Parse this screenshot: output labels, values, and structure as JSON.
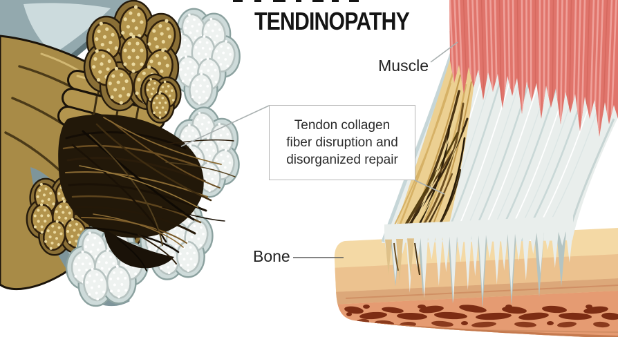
{
  "title": "TENDINOPATHY",
  "labels": {
    "muscle": "Muscle",
    "bone": "Bone"
  },
  "callout": {
    "text": "Tendon collagen\nfiber disruption and\ndisorganized repair"
  },
  "colors": {
    "muscle_red": "#e0746b",
    "muscle_stripe": "#efa19a",
    "muscle_stripe_dark": "#d4685e",
    "tendon_light": "#e9eeec",
    "tendon_stripe": "#c9d8d7",
    "tendon_shadow": "#b3c4c3",
    "sheath_edge": "#c6d6d8",
    "damaged_gold": "#ecd092",
    "damaged_fiber": "#d6b166",
    "damaged_fiber_dark": "#4a3413",
    "bone_cream": "#f4d9a5",
    "bone_tan": "#ecc28f",
    "bone_mid": "#dca87a",
    "bone_orange": "#e59b72",
    "bone_rim": "#c57a4f",
    "bone_marrow": "#7c2c13",
    "fascicle_gold": "#b3944c",
    "fascicle_gold_rim": "#8a6f36",
    "fascicle_dot_gold": "#ead9a0",
    "fascicle_white": "#eef2f0",
    "fascicle_white_rim": "#cedbda",
    "sheath_gray": "#93a9ae",
    "gold_mass": "#a88b47",
    "outline_dark": "#1a130a",
    "annotation_line": "#a9b0b0",
    "bone_line": "#5a5a5a"
  }
}
